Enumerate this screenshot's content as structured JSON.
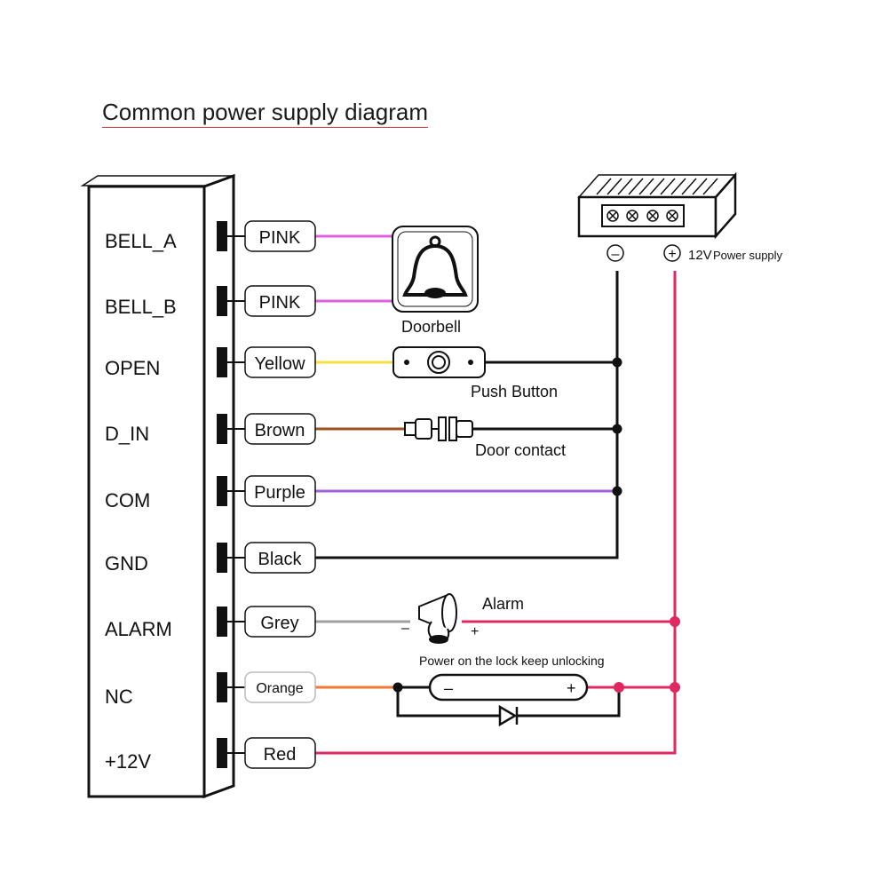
{
  "title": "Common power supply diagram",
  "terminals": [
    {
      "label": "BELL_A",
      "wire": "PINK"
    },
    {
      "label": "BELL_B",
      "wire": "PINK"
    },
    {
      "label": "OPEN",
      "wire": "Yellow"
    },
    {
      "label": "D_IN",
      "wire": "Brown"
    },
    {
      "label": "COM",
      "wire": "Purple"
    },
    {
      "label": "GND",
      "wire": "Black"
    },
    {
      "label": "ALARM",
      "wire": "Grey"
    },
    {
      "label": "NC",
      "wire": "Orange"
    },
    {
      "label": "+12V",
      "wire": "Red"
    }
  ],
  "colors": {
    "pink": "#e060e0",
    "yellow": "#f0e040",
    "brown": "#a0501e",
    "purple": "#a060e0",
    "black": "#111111",
    "grey": "#a0a0a0",
    "orange": "#f07830",
    "red": "#e02860"
  },
  "components": {
    "doorbell": "Doorbell",
    "push_button": "Push Button",
    "door_contact": "Door contact",
    "alarm": "Alarm",
    "alarm_minus": "–",
    "alarm_plus": "+",
    "lock_note": "Power on the lock keep unlocking",
    "lock_minus": "–",
    "lock_plus": "+",
    "psu_minus": "–",
    "psu_plus": "+",
    "psu_label": "12V",
    "psu_sub": "Power supply"
  }
}
